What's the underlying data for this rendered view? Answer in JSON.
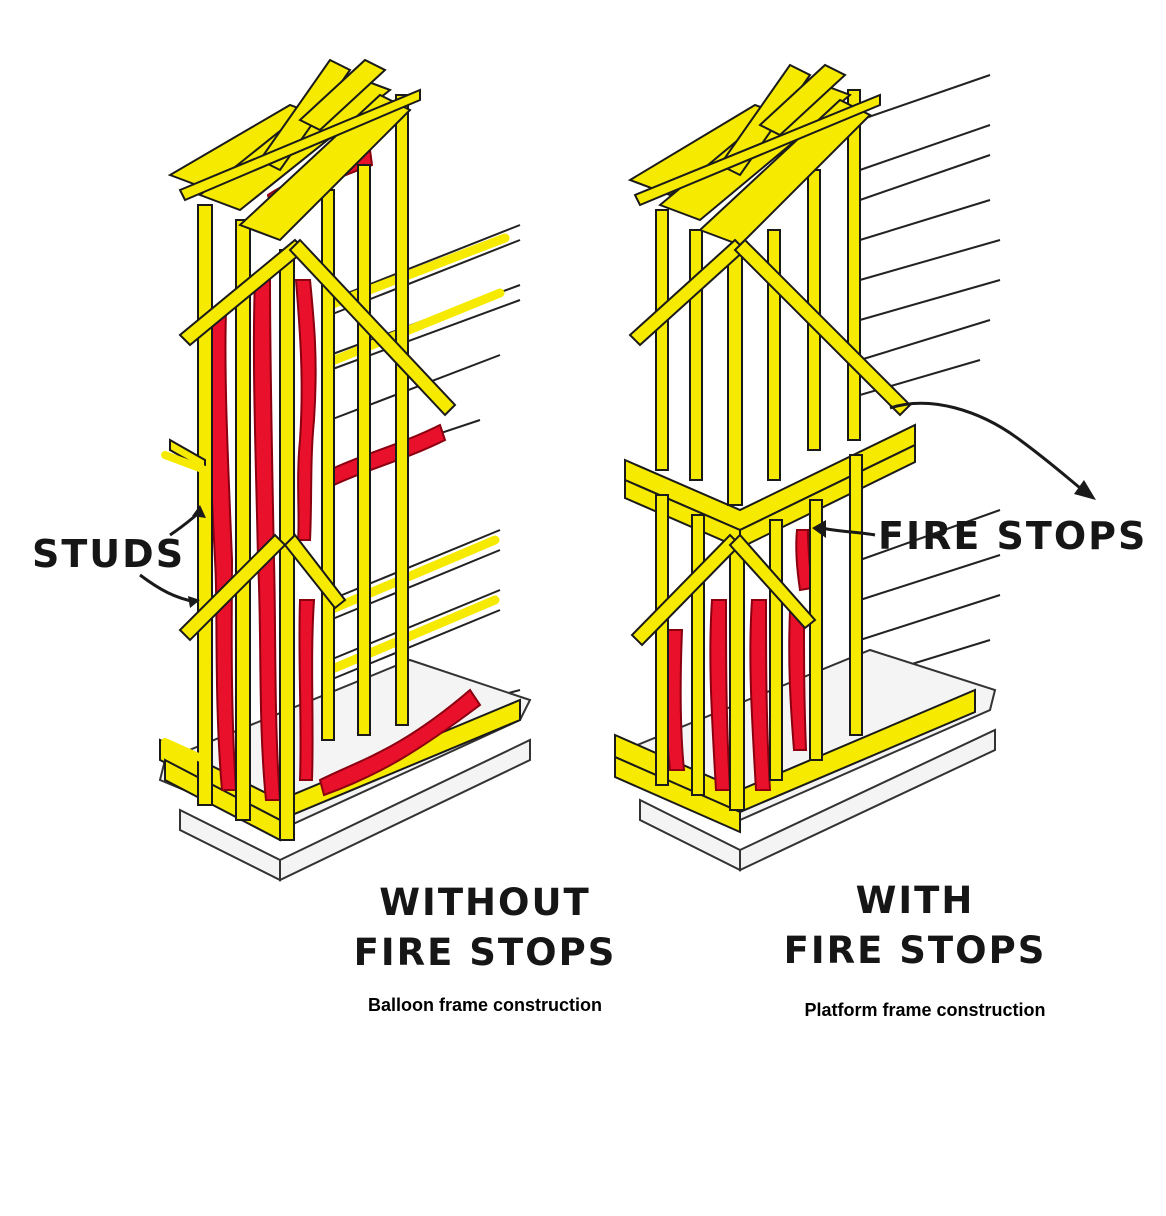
{
  "labels": {
    "studs": "STUDS",
    "fire_stops": "FIRE STOPS"
  },
  "panels": [
    {
      "heading_line1": "WITHOUT",
      "heading_line2": "FIRE STOPS",
      "caption": "Balloon frame construction"
    },
    {
      "heading_line1": "WITH",
      "heading_line2": "FIRE STOPS",
      "caption": "Platform frame construction"
    }
  ],
  "colors": {
    "framing": "#f5ea00",
    "outline": "#1a1a1a",
    "fire": "#e8102a",
    "text": "#161616"
  }
}
